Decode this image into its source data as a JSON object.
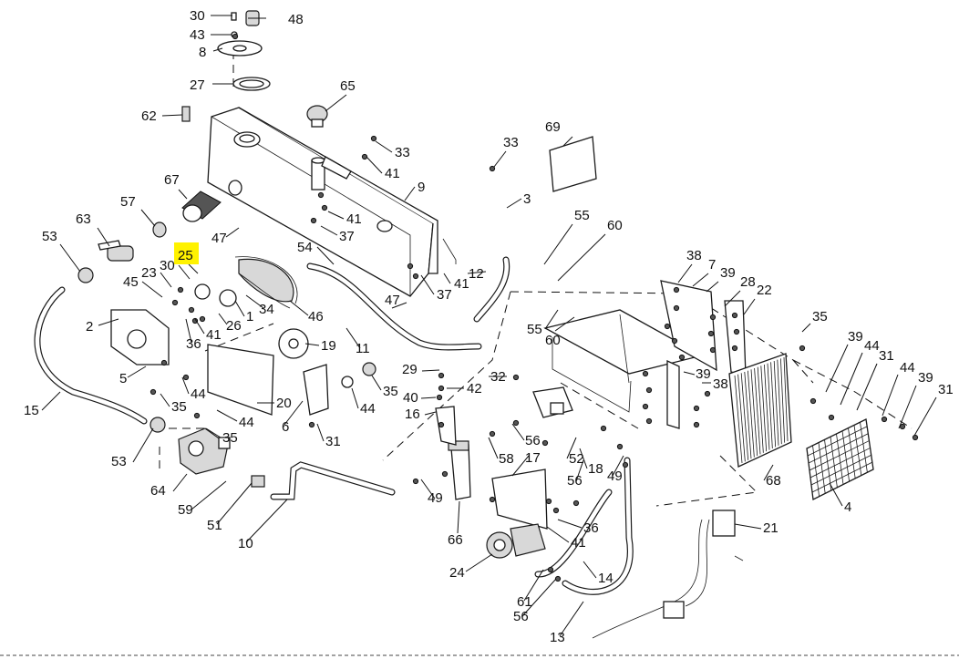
{
  "highlight_color": "#fff200",
  "highlighted_callout": "25",
  "callouts": [
    {
      "id": "c30a",
      "label": "30"
    },
    {
      "id": "c48",
      "label": "48"
    },
    {
      "id": "c43",
      "label": "43"
    },
    {
      "id": "c8",
      "label": "8"
    },
    {
      "id": "c27",
      "label": "27"
    },
    {
      "id": "c65",
      "label": "65"
    },
    {
      "id": "c62",
      "label": "62"
    },
    {
      "id": "c69",
      "label": "69"
    },
    {
      "id": "c33a",
      "label": "33"
    },
    {
      "id": "c33b",
      "label": "33"
    },
    {
      "id": "c41a",
      "label": "41"
    },
    {
      "id": "c9",
      "label": "9"
    },
    {
      "id": "c67",
      "label": "67"
    },
    {
      "id": "c57",
      "label": "57"
    },
    {
      "id": "c3",
      "label": "3"
    },
    {
      "id": "c41b",
      "label": "41"
    },
    {
      "id": "c63",
      "label": "63"
    },
    {
      "id": "c47a",
      "label": "47"
    },
    {
      "id": "c37a",
      "label": "37"
    },
    {
      "id": "c55a",
      "label": "55"
    },
    {
      "id": "c60a",
      "label": "60"
    },
    {
      "id": "c53a",
      "label": "53"
    },
    {
      "id": "c25",
      "label": "25"
    },
    {
      "id": "c30b",
      "label": "30"
    },
    {
      "id": "c54",
      "label": "54"
    },
    {
      "id": "c12",
      "label": "12"
    },
    {
      "id": "c41c",
      "label": "41"
    },
    {
      "id": "c37b",
      "label": "37"
    },
    {
      "id": "c38a",
      "label": "38"
    },
    {
      "id": "c7",
      "label": "7"
    },
    {
      "id": "c39a",
      "label": "39"
    },
    {
      "id": "c45",
      "label": "45"
    },
    {
      "id": "c23",
      "label": "23"
    },
    {
      "id": "c28",
      "label": "28"
    },
    {
      "id": "c22",
      "label": "22"
    },
    {
      "id": "c47b",
      "label": "47"
    },
    {
      "id": "c34",
      "label": "34"
    },
    {
      "id": "c46",
      "label": "46"
    },
    {
      "id": "c2",
      "label": "2"
    },
    {
      "id": "c26",
      "label": "26"
    },
    {
      "id": "c1",
      "label": "1"
    },
    {
      "id": "c55b",
      "label": "55"
    },
    {
      "id": "c35a",
      "label": "35"
    },
    {
      "id": "c41d",
      "label": "41"
    },
    {
      "id": "c11",
      "label": "11"
    },
    {
      "id": "c60b",
      "label": "60"
    },
    {
      "id": "c36a",
      "label": "36"
    },
    {
      "id": "c19",
      "label": "19"
    },
    {
      "id": "c39b",
      "label": "39"
    },
    {
      "id": "c44a",
      "label": "44"
    },
    {
      "id": "c5",
      "label": "5"
    },
    {
      "id": "c31a",
      "label": "31"
    },
    {
      "id": "c29",
      "label": "29"
    },
    {
      "id": "c32",
      "label": "32"
    },
    {
      "id": "c39c",
      "label": "39"
    },
    {
      "id": "c38b",
      "label": "38"
    },
    {
      "id": "c44b",
      "label": "44"
    },
    {
      "id": "c39d",
      "label": "39"
    },
    {
      "id": "c31b",
      "label": "31"
    },
    {
      "id": "c15",
      "label": "15"
    },
    {
      "id": "c35b",
      "label": "35"
    },
    {
      "id": "c44c",
      "label": "44"
    },
    {
      "id": "c20",
      "label": "20"
    },
    {
      "id": "c42",
      "label": "42"
    },
    {
      "id": "c35c",
      "label": "35"
    },
    {
      "id": "c40",
      "label": "40"
    },
    {
      "id": "c44d",
      "label": "44"
    },
    {
      "id": "c6",
      "label": "6"
    },
    {
      "id": "c44e",
      "label": "44"
    },
    {
      "id": "c16",
      "label": "16"
    },
    {
      "id": "c35d",
      "label": "35"
    },
    {
      "id": "c56a",
      "label": "56"
    },
    {
      "id": "c31c",
      "label": "31"
    },
    {
      "id": "c53b",
      "label": "53"
    },
    {
      "id": "c58",
      "label": "58"
    },
    {
      "id": "c17",
      "label": "17"
    },
    {
      "id": "c52",
      "label": "52"
    },
    {
      "id": "c18",
      "label": "18"
    },
    {
      "id": "c49a",
      "label": "49"
    },
    {
      "id": "c68",
      "label": "68"
    },
    {
      "id": "c4",
      "label": "4"
    },
    {
      "id": "c64",
      "label": "64"
    },
    {
      "id": "c56b",
      "label": "56"
    },
    {
      "id": "c49b",
      "label": "49"
    },
    {
      "id": "c59",
      "label": "59"
    },
    {
      "id": "c21",
      "label": "21"
    },
    {
      "id": "c36b",
      "label": "36"
    },
    {
      "id": "c51",
      "label": "51"
    },
    {
      "id": "c66",
      "label": "66"
    },
    {
      "id": "c10",
      "label": "10"
    },
    {
      "id": "c41e",
      "label": "41"
    },
    {
      "id": "c24",
      "label": "24"
    },
    {
      "id": "c14",
      "label": "14"
    },
    {
      "id": "c61",
      "label": "61"
    },
    {
      "id": "c56c",
      "label": "56"
    },
    {
      "id": "c13",
      "label": "13"
    }
  ]
}
